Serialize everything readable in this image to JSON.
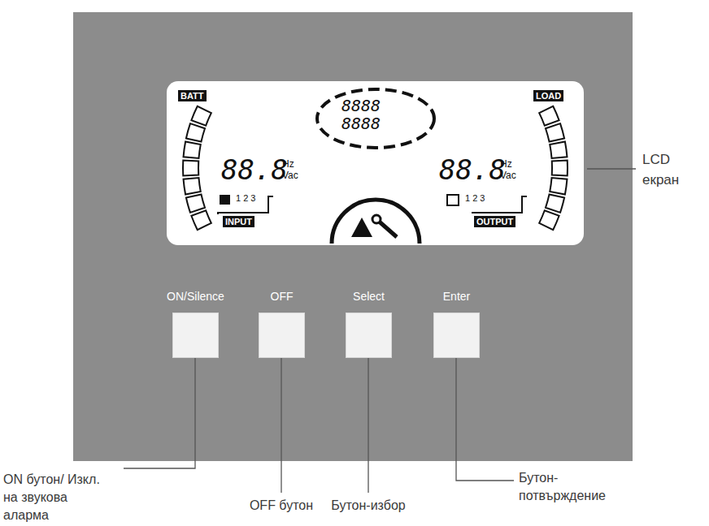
{
  "diagram": {
    "nodes": [
      {
        "text": [
          "ON/Silence"
        ]
      },
      {
        "text": [
          "OFF"
        ]
      },
      {
        "text": [
          "Select"
        ]
      },
      {
        "text": [
          "Enter"
        ]
      }
    ],
    "labels": [
      "LCD екран",
      "ON бутон/ Изкл. на звукова аларма",
      "OFF бутон",
      "Бутон-избор",
      "Бутон-потвърждение",
      "BATT",
      "LOAD",
      "8888",
      "8888",
      "88.8",
      "Hz",
      "Vac",
      "88.8",
      "Hz",
      "Vac",
      "1 2 3",
      "INPUT",
      "1 2 3",
      "OUTPUT"
    ]
  }
}
